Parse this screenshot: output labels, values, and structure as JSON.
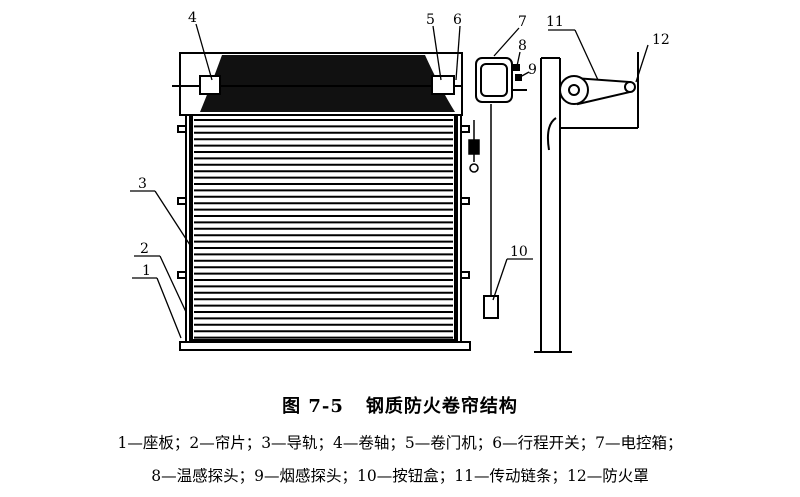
{
  "diagram": {
    "callouts": [
      "1",
      "2",
      "3",
      "4",
      "5",
      "6",
      "7",
      "8",
      "9",
      "10",
      "11",
      "12"
    ]
  },
  "caption": {
    "figure_number": "图 7-5",
    "title": "钢质防火卷帘结构"
  },
  "legend": {
    "line1": "1—座板；2—帘片；3—导轨；4—卷轴；5—卷门机；6—行程开关；7—电控箱；",
    "line2": "8—温感探头；9—烟感探头；10—按钮盒；11—传动链条；12—防火罩"
  }
}
